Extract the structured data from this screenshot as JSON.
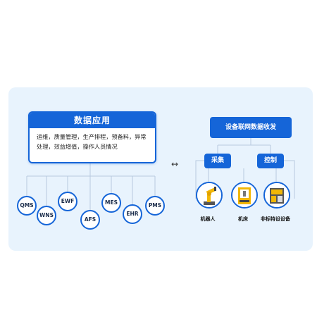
{
  "data_app": {
    "title": "数据应用",
    "line1": "运维，质量管理，生产排程，预备料，异常",
    "line2": "处理，效益增值，操作人员情况"
  },
  "systems": [
    "QMS",
    "WNS",
    "EWF",
    "AFS",
    "MES",
    "EHR",
    "PMS"
  ],
  "arrow": "↔",
  "iot": {
    "title": "设备联网数据收发",
    "collect": "采集",
    "control": "控制",
    "devices": [
      "机器人",
      "机床",
      "非标特设设备"
    ]
  }
}
